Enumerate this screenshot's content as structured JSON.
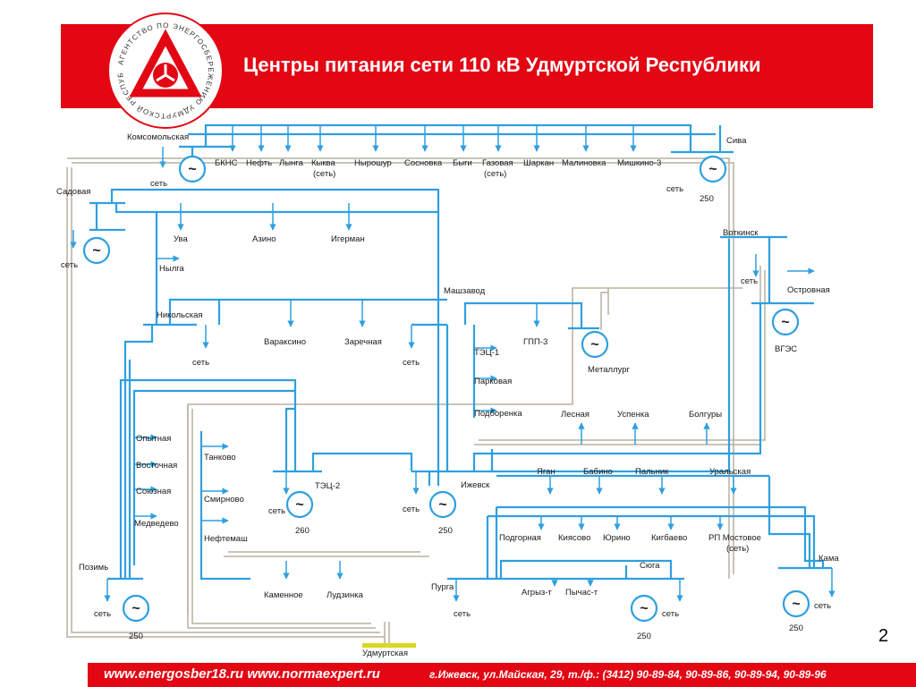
{
  "header": {
    "title": "Центры питания сети 110 кВ Удмуртской Республики",
    "logo_text": "АГЕНТСТВО ПО ЭНЕРГОСБЕРЕЖЕНИЮ УДМУРТСКОЙ РЕСПУБЛИКИ"
  },
  "colors": {
    "brand_red": "#e30613",
    "line_blue": "#2f9fe0",
    "line_gray": "#b5b0a0"
  },
  "diagram": {
    "labels": {
      "komsomolskaya": "Комсомольская",
      "bkns": "БКНС",
      "neft": "Нефть",
      "lynga": "Лынга",
      "kykva": "Кыква",
      "kykva_set": "(сеть)",
      "nyroshur": "Нырошур",
      "sosnovka": "Сосновка",
      "bygi": "Быги",
      "gazovaya": "Газовая",
      "gazovaya_set": "(сеть)",
      "sharkan": "Шаркан",
      "malinovka": "Малиновка",
      "mishkino": "Мишкино-3",
      "siva": "Сива",
      "sadovaya": "Садовая",
      "uva": "Ува",
      "azino": "Азино",
      "igerman": "Игерман",
      "nylga": "Нылга",
      "votkinsk": "Воткинск",
      "ostrovnaya": "Островная",
      "mashzavod": "Машзавод",
      "nikolskaya": "Никольская",
      "varaksino": "Вараксино",
      "zarechnaya": "Заречная",
      "tets1": "ТЭЦ-1",
      "parkovaya": "Парковая",
      "podborenka": "Подборенка",
      "gpp3": "ГПП-3",
      "metallurg": "Металлург",
      "vges": "ВГЭС",
      "lesnaya": "Лесная",
      "uspenka": "Успенка",
      "bolgury": "Болгуры",
      "opytnaya": "Опытная",
      "vostochnaya": "Восточная",
      "soyuznaya": "Союзная",
      "medvedevo": "Медведево",
      "tankovo": "Танково",
      "smirnovo": "Смирново",
      "neftemash": "Нефтемаш",
      "tets2": "ТЭЦ-2",
      "izhevsk": "Ижевск",
      "yagan": "Яган",
      "babino": "Бабино",
      "palnik": "Пальник",
      "uralskaya": "Уральская",
      "podgornaya": "Подгорная",
      "kiyasovo": "Киясово",
      "yurino": "Юрино",
      "kigbaevo": "Кигбаево",
      "rp_mostovoe": "РП Мостовое",
      "rp_mostovoe_set": "(сеть)",
      "kama": "Кама",
      "pozim": "Позимь",
      "kamennoe": "Каменное",
      "ludzinka": "Лудзинка",
      "purga": "Пурга",
      "agryz": "Агрыз-т",
      "pychas": "Пычас-т",
      "syuga": "Сюга",
      "udmurtskaya": "Удмуртская",
      "set": "сеть",
      "n250": "250",
      "n260": "260",
      "gen": "~"
    }
  },
  "page_number": "2",
  "footer": {
    "sites": "www.energosber18.ru www.normaexpert.ru",
    "address": "г.Ижевск, ул.Майская, 29, т./ф.: (3412) 90-89-84, 90-89-86, 90-89-94, 90-89-96"
  }
}
